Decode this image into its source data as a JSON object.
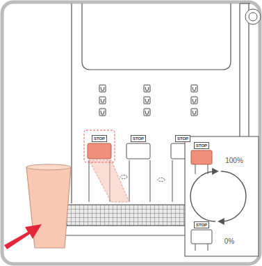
{
  "diagram": {
    "nodes": [
      {
        "text": [
          "STOP"
        ]
      },
      {
        "text": [
          "STOP"
        ]
      },
      {
        "text": [
          "STOP"
        ]
      },
      {
        "text": [
          "STOP"
        ]
      },
      {
        "text": [
          "STOP"
        ]
      }
    ],
    "labels": [
      "100%",
      "0%"
    ]
  }
}
